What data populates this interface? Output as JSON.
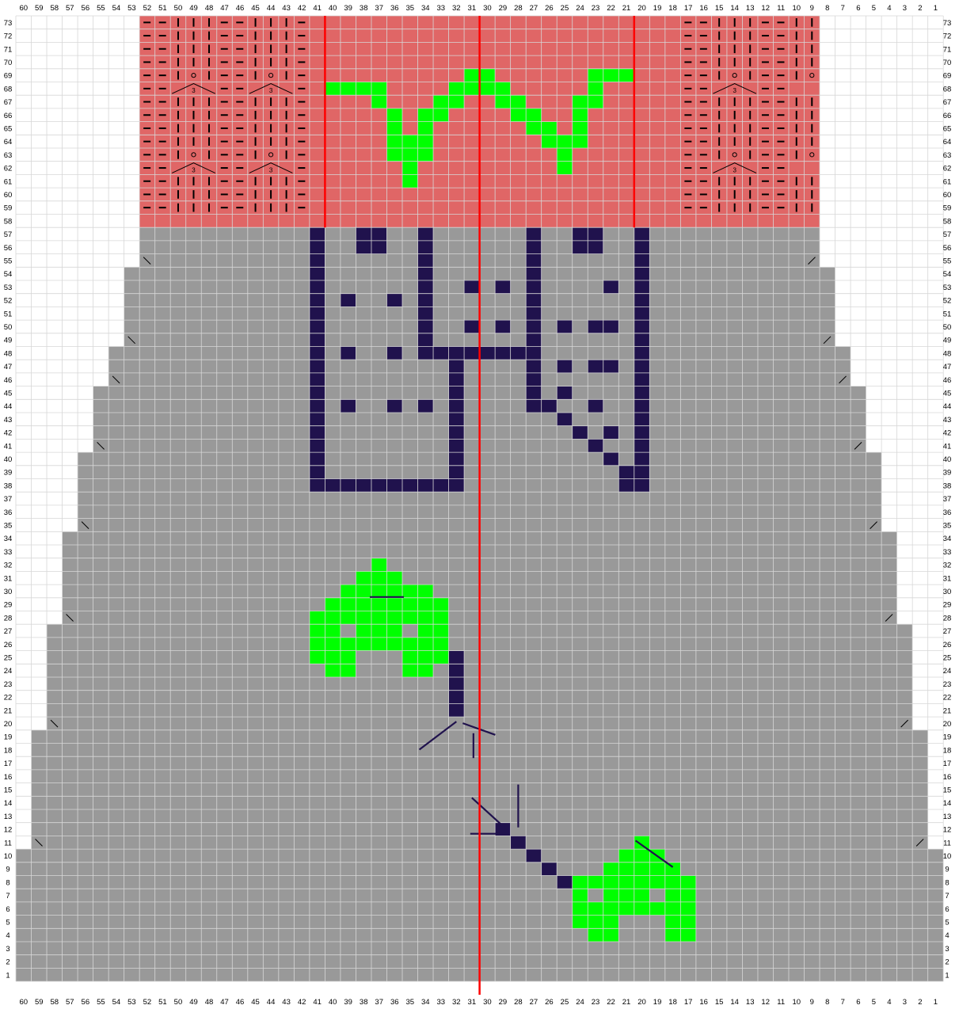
{
  "chart": {
    "columns": {
      "from": 60,
      "to": 1
    },
    "rows": {
      "from": 73,
      "to": 1
    },
    "colors": {
      "background": "#ffffff",
      "grid_line": "#d7d7d7",
      "body": "#999999",
      "yoke": "#e06666",
      "motif_dark": "#20124d",
      "motif_green": "#00ff00",
      "center_line": "#ff0000"
    },
    "shape_bounds": [
      {
        "rows": [
          1,
          10
        ],
        "cols": [
          1,
          60
        ]
      },
      {
        "rows": [
          11,
          19
        ],
        "cols": [
          2,
          59
        ]
      },
      {
        "rows": [
          20,
          27
        ],
        "cols": [
          3,
          58
        ]
      },
      {
        "rows": [
          28,
          34
        ],
        "cols": [
          4,
          57
        ]
      },
      {
        "rows": [
          35,
          40
        ],
        "cols": [
          5,
          56
        ]
      },
      {
        "rows": [
          41,
          45
        ],
        "cols": [
          6,
          55
        ]
      },
      {
        "rows": [
          46,
          48
        ],
        "cols": [
          7,
          54
        ]
      },
      {
        "rows": [
          49,
          54
        ],
        "cols": [
          8,
          53
        ]
      },
      {
        "rows": [
          55,
          73
        ],
        "cols": [
          9,
          52
        ]
      }
    ],
    "yoke_rows": [
      58,
      73
    ],
    "decrease_marks": [
      {
        "row": 11,
        "col": 59,
        "dir": "left"
      },
      {
        "row": 11,
        "col": 2,
        "dir": "right"
      },
      {
        "row": 20,
        "col": 58,
        "dir": "left"
      },
      {
        "row": 20,
        "col": 3,
        "dir": "right"
      },
      {
        "row": 28,
        "col": 57,
        "dir": "left"
      },
      {
        "row": 28,
        "col": 4,
        "dir": "right"
      },
      {
        "row": 35,
        "col": 56,
        "dir": "left"
      },
      {
        "row": 35,
        "col": 5,
        "dir": "right"
      },
      {
        "row": 41,
        "col": 55,
        "dir": "left"
      },
      {
        "row": 41,
        "col": 6,
        "dir": "right"
      },
      {
        "row": 46,
        "col": 54,
        "dir": "left"
      },
      {
        "row": 46,
        "col": 7,
        "dir": "right"
      },
      {
        "row": 49,
        "col": 53,
        "dir": "left"
      },
      {
        "row": 49,
        "col": 8,
        "dir": "right"
      },
      {
        "row": 55,
        "col": 52,
        "dir": "left"
      },
      {
        "row": 55,
        "col": 9,
        "dir": "right"
      }
    ],
    "dark_cells": [
      "41:38-57",
      "40:38",
      "39:38",
      "38:38",
      "37:38",
      "36:38",
      "35:38",
      "34:38",
      "33:38",
      "32:38",
      "38:56-57",
      "37:56-57",
      "34:48-57",
      "33:48",
      "32:48",
      "31:48",
      "30:48",
      "29:48",
      "28:48",
      "27:44-57",
      "32:38-48",
      "20:38-57",
      "26:44",
      "25:43",
      "24:42",
      "23:41",
      "22:40",
      "21:39",
      "21:38",
      "24:56-57",
      "23:56-57",
      "39:52",
      "36:52",
      "39:48",
      "36:48",
      "39:44",
      "36:44",
      "34:44",
      "31:53",
      "29:53",
      "22:53",
      "31:50",
      "29:50",
      "25:50",
      "23:50",
      "22:50",
      "25:47",
      "23:47",
      "22:47",
      "25:45",
      "23:44",
      "22:42",
      "32:21-25",
      "29:12",
      "28:11",
      "27:10",
      "26:9",
      "25:8"
    ],
    "green_cells": [
      "40:68",
      "39:68",
      "38:68",
      "37:68",
      "37:67",
      "36:66",
      "36:65",
      "36:64",
      "35:64",
      "34:64",
      "36:63",
      "35:63",
      "34:63",
      "35:62",
      "35:61",
      "34:65",
      "34:66",
      "33:66",
      "33:67",
      "32:67",
      "32:68",
      "31:68",
      "31:69",
      "30:69",
      "30:68",
      "29:68",
      "29:67",
      "28:67",
      "28:66",
      "27:66",
      "27:65",
      "26:65",
      "26:64",
      "25:64",
      "25:63",
      "24:64",
      "24:65",
      "24:66",
      "24:67",
      "23:67",
      "23:68",
      "23:69",
      "22:69",
      "21:69",
      "25:62",
      "37:32",
      "38:31",
      "37:31",
      "36:31",
      "39:30",
      "38:30",
      "37:30",
      "36:30",
      "35:30",
      "34:30",
      "40:29",
      "39:29",
      "38:29",
      "37:29",
      "36:29",
      "35:29",
      "34:29",
      "33:29",
      "41:28",
      "40:28",
      "39:28",
      "38:28",
      "37:28",
      "36:28",
      "35:28",
      "34:28",
      "33:28",
      "41:27",
      "40:27",
      "38:27",
      "37:27",
      "36:27",
      "34:27",
      "33:27",
      "41:26",
      "40:26",
      "39:26",
      "38:26",
      "37:26",
      "36:26",
      "35:26",
      "34:26",
      "33:26",
      "41:25",
      "40:25",
      "39:25",
      "35:25",
      "34:25",
      "33:25",
      "40:24",
      "39:24",
      "35:24",
      "34:24",
      "20:11",
      "21:10",
      "20:10",
      "19:10",
      "22:9",
      "21:9",
      "20:9",
      "19:9",
      "18:9",
      "24:8",
      "23:8",
      "22:8",
      "21:8",
      "20:8",
      "19:8",
      "18:8",
      "17:8",
      "24:7",
      "22:7",
      "21:7",
      "20:7",
      "18:7",
      "17:7",
      "24:6",
      "23:6",
      "22:6",
      "21:6",
      "20:6",
      "19:6",
      "18:6",
      "17:6",
      "24:5",
      "23:5",
      "22:5",
      "18:5",
      "17:5",
      "23:4",
      "22:4",
      "18:4",
      "17:4"
    ],
    "center_line_col_boundary": 30.5,
    "yoke_dividers": [
      40.5,
      20.5
    ],
    "lace_panels": [
      {
        "cols": [
          52,
          42
        ]
      },
      {
        "cols": [
          17,
          9
        ]
      }
    ]
  }
}
